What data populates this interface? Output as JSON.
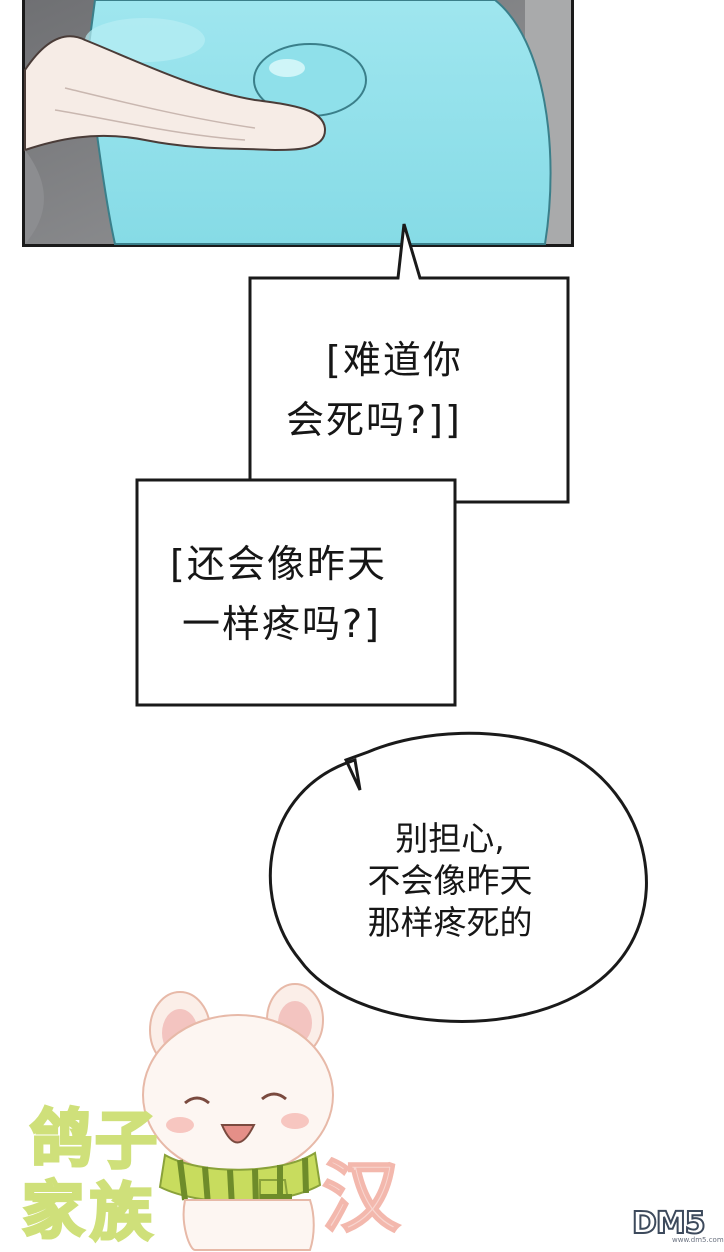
{
  "speech": {
    "box1_lines": [
      "[难道你",
      "会死吗?]]"
    ],
    "box2_lines": [
      "[还会像昨天",
      "一样疼吗?]"
    ],
    "oval_lines": [
      "别担心,",
      "不会像昨天",
      "那样疼死的"
    ]
  },
  "watermark": {
    "group_chars": [
      "鸽",
      "子",
      "家",
      "族"
    ],
    "han_char": "汉",
    "site_logo": "DM5",
    "site_sub": "www.dm5.com"
  },
  "colors": {
    "slime": "#8ee0ea",
    "skin": "#f6ece6",
    "panel_bg": "#7b7d80",
    "border": "#1a1a1a",
    "watermark_green": "#cfe07a",
    "watermark_pink": "#f3b8ad"
  }
}
